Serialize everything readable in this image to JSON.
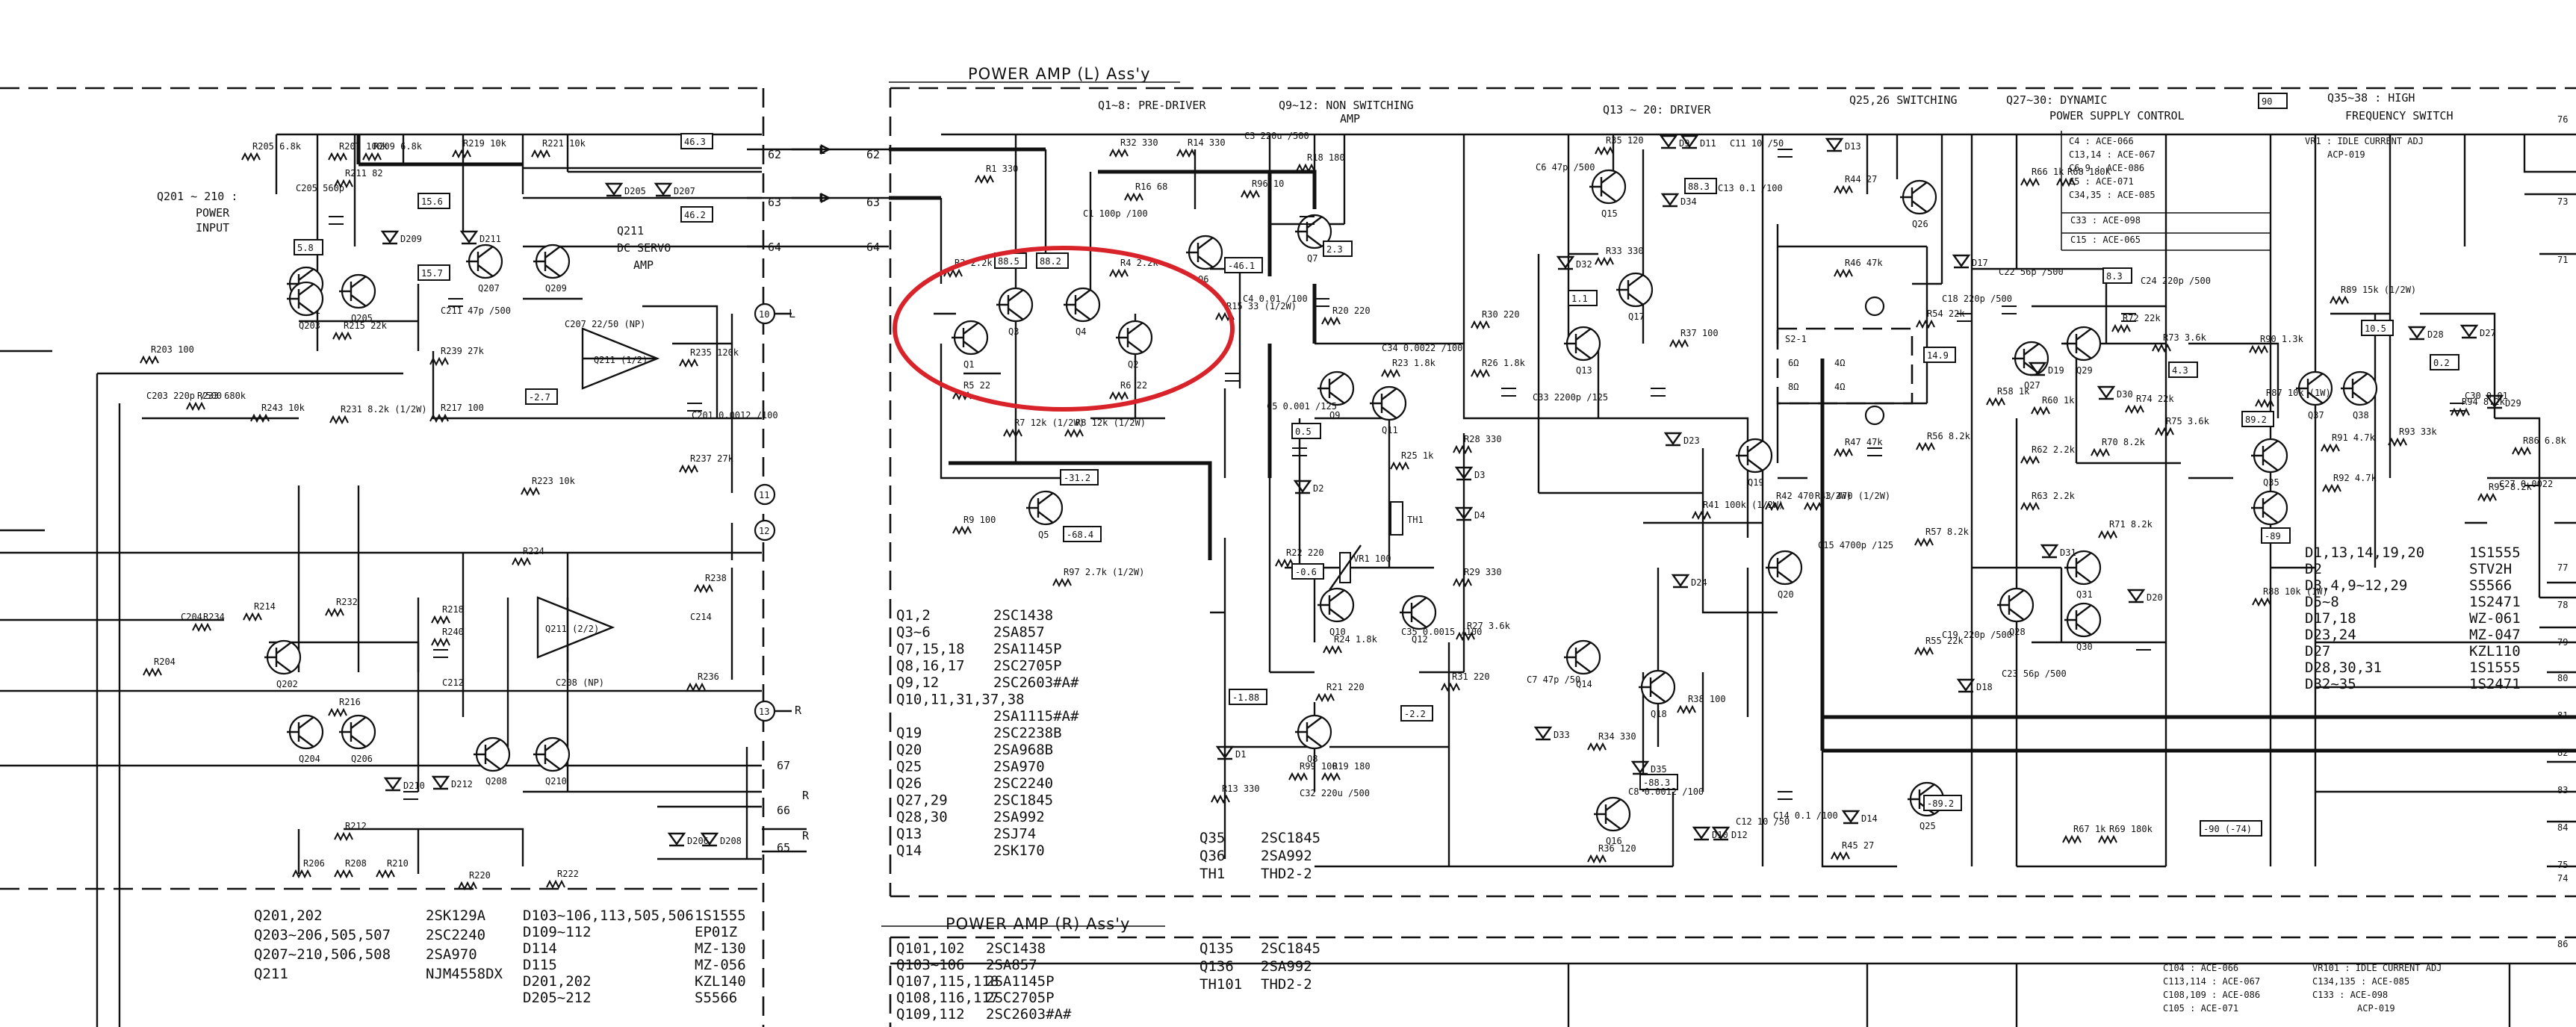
{
  "sections": {
    "power_amp_l": "POWER  AMP (L) Ass'y",
    "power_amp_r": "POWER  AMP (R) Ass'y",
    "q1_8": "Q1~8: PRE-DRIVER",
    "q9_12": "Q9~12: NON  SWITCHING",
    "amp": "AMP",
    "q13_20": "Q13 ~ 20: DRIVER",
    "q25_26": "Q25,26  SWITCHING",
    "q27_30": "Q27~30: DYNAMIC",
    "power_supply_control": "POWER SUPPLY CONTROL",
    "q35_38": "Q35~38 : HIGH",
    "freq_switch": "FREQUENCY  SWITCH",
    "q201_210": "Q201 ~ 210 :",
    "power_input_1": "POWER",
    "power_input_2": "INPUT",
    "q211_1": "Q211",
    "q211_2": "DC SERVO",
    "q211_3": "AMP"
  },
  "boxed_values": [
    "46.3",
    "46.2",
    "15.6",
    "15.7",
    "5.8",
    "-2.7",
    "88.5",
    "88.2",
    "-46.1",
    "2.3",
    "-31.2",
    "-68.4",
    "88.3",
    "1.1",
    "0.5",
    "-0.6",
    "-1.88",
    "-2.2",
    "-88.3",
    "-89.2",
    "14.9",
    "8.3",
    "10.5",
    "0.2",
    "4.3",
    "89.2",
    "-89",
    "90",
    "-90 (-74)"
  ],
  "capacitor_notes": {
    "c4": "C4       : ACE-066",
    "c13": "C13,14   : ACE-067",
    "c6": "C6,9     : ACE-086",
    "c5": "C5       : ACE-071",
    "c34": "C34,35   : ACE-085",
    "c33": "C33 : ACE-098",
    "c15": "C15 : ACE-065",
    "vr1_1": "VR1 : IDLE CURRENT ADJ",
    "vr1_2": "ACP-019"
  },
  "parts_left": [
    {
      "ref": "Q1,2",
      "part": "2SC1438"
    },
    {
      "ref": "Q3~6",
      "part": "2SA857"
    },
    {
      "ref": "Q7,15,18",
      "part": "2SA1145P"
    },
    {
      "ref": "Q8,16,17",
      "part": "2SC2705P"
    },
    {
      "ref": "Q9,12",
      "part": "2SC2603#A#"
    },
    {
      "ref": "Q10,11,31,37,38",
      "part": ""
    },
    {
      "ref": "",
      "part": "2SA1115#A#"
    },
    {
      "ref": "Q19",
      "part": "2SC2238B"
    },
    {
      "ref": "Q20",
      "part": "2SA968B"
    },
    {
      "ref": "Q25",
      "part": "2SA970"
    },
    {
      "ref": "Q26",
      "part": "2SC2240"
    },
    {
      "ref": "Q27,29",
      "part": "2SC1845"
    },
    {
      "ref": "Q28,30",
      "part": "2SA992"
    },
    {
      "ref": "Q13",
      "part": "2SJ74"
    },
    {
      "ref": "Q14",
      "part": "2SK170"
    }
  ],
  "parts_mid": [
    {
      "ref": "Q35",
      "part": "2SC1845"
    },
    {
      "ref": "Q36",
      "part": "2SA992"
    },
    {
      "ref": "TH1",
      "part": "THD2-2"
    }
  ],
  "parts_right": [
    {
      "ref": "D1,13,14,19,20",
      "part": "1S1555"
    },
    {
      "ref": "D2",
      "part": "STV2H"
    },
    {
      "ref": "D3,4,9~12,29",
      "part": "S5566"
    },
    {
      "ref": "D5~8",
      "part": "1S2471"
    },
    {
      "ref": "D17,18",
      "part": "WZ-061"
    },
    {
      "ref": "D23,24",
      "part": "MZ-047"
    },
    {
      "ref": "D27",
      "part": "KZL110"
    },
    {
      "ref": "D28,30,31",
      "part": "1S1555"
    },
    {
      "ref": "D32~35",
      "part": "1S2471"
    }
  ],
  "parts_bottom_left": [
    {
      "ref": "Q201,202",
      "part": "2SK129A"
    },
    {
      "ref": "Q203~206,505,507",
      "part": "2SC2240"
    },
    {
      "ref": "Q207~210,506,508",
      "part": "2SA970"
    },
    {
      "ref": "Q211",
      "part": "NJM4558DX"
    }
  ],
  "parts_bottom_diodes": [
    {
      "ref": "D103~106,113,505,506",
      "part": "1S1555"
    },
    {
      "ref": "D109~112",
      "part": "EP01Z"
    },
    {
      "ref": "D114",
      "part": "MZ-130"
    },
    {
      "ref": "D115",
      "part": "MZ-056"
    },
    {
      "ref": "D201,202",
      "part": "KZL140"
    },
    {
      "ref": "D205~212",
      "part": "S5566"
    }
  ],
  "parts_r_section": [
    {
      "ref": "Q101,102",
      "part": "2SC1438"
    },
    {
      "ref": "Q103~106",
      "part": "2SA857"
    },
    {
      "ref": "Q107,115,118",
      "part": "2SA1145P"
    },
    {
      "ref": "Q108,116,117",
      "part": "2SC2705P"
    },
    {
      "ref": "Q109,112",
      "part": "2SC2603#A#"
    }
  ],
  "parts_r_mid": [
    {
      "ref": "Q135",
      "part": "2SC1845"
    },
    {
      "ref": "Q136",
      "part": "2SA992"
    },
    {
      "ref": "TH101",
      "part": "THD2-2"
    }
  ],
  "r_notes": {
    "c104": "C104 : ACE-066",
    "c113": "C113,114 : ACE-067",
    "c108": "C108,109 : ACE-086",
    "c105": "C105 : ACE-071",
    "c134": "C134,135 : ACE-085",
    "c133": "C133 : ACE-098",
    "vr101": "VR101 : IDLE CURRENT ADJ",
    "vr101b": "ACP-019"
  },
  "transistor_labels": [
    "Q1",
    "Q3",
    "Q4",
    "Q2",
    "Q5",
    "Q6",
    "Q7",
    "Q8",
    "Q9",
    "Q10",
    "Q11",
    "Q12",
    "Q13",
    "Q14",
    "Q15",
    "Q16",
    "Q17",
    "Q18",
    "Q19",
    "Q20",
    "Q25",
    "Q26",
    "Q27",
    "Q28",
    "Q29",
    "Q30",
    "Q31",
    "Q35",
    "Q36",
    "Q37",
    "Q38",
    "Q201",
    "Q202",
    "Q203",
    "Q204",
    "Q205",
    "Q206",
    "Q207",
    "Q208",
    "Q209",
    "Q210"
  ],
  "resistor_labels": {
    "r1": "R1 330",
    "r3": "R3 2.2k",
    "r4": "R4 2.2k",
    "r5": "R5 22",
    "r6": "R6 22",
    "r7": "R7 12k (1/2W)",
    "r8": "R8 12k (1/2W)",
    "r9": "R9 100",
    "r97": "R97 2.7k (1/2W)",
    "r32": "R32 330",
    "r14": "R14 330",
    "r18": "R18 180",
    "r96": "R96 10",
    "r15": "R15 33 (1/2W)",
    "r20": "R20 220",
    "r30": "R30 220",
    "r26": "R26 1.8k",
    "r23": "R23 1.8k",
    "r28": "R28 330",
    "r29": "R29 330",
    "r25": "R25 1k",
    "r22": "R22 220",
    "r24": "R24 1.8k",
    "r21": "R21 220",
    "r27": "R27 3.6k",
    "r31": "R31 220",
    "r34": "R34 330",
    "r35": "R35 120",
    "r33": "R33 330",
    "r36": "R36 120",
    "r37": "R37 100",
    "r38": "R38 100",
    "r41": "R41 100k (1/2W)",
    "r42": "R42 470 (1/2W)",
    "r43": "R43 470 (1/2W)",
    "r44": "R44 27",
    "r45": "R45 27",
    "r46": "R46 47k",
    "r47": "R47 47k",
    "r54": "R54 22k",
    "r55": "R55 22k",
    "r56": "R56 8.2k",
    "r57": "R57 8.2k",
    "r58": "R58 1k",
    "r60": "R60 1k",
    "r62": "R62 2.2k",
    "r63": "R63 2.2k",
    "r66": "R66 1k",
    "r68": "R68 180k",
    "r67": "R67 1k",
    "r69": "R69 180k",
    "r70": "R70 8.2k",
    "r71": "R71 8.2k",
    "r72": "R72 22k",
    "r73": "R73 3.6k",
    "r74": "R74 22k",
    "r75": "R75 3.6k",
    "r87": "R87 10k (1W)",
    "r88": "R88 10k (1W)",
    "r89": "R89 15k (1/2W)",
    "r90": "R90 1.3k",
    "r91": "R91 4.7k",
    "r92": "R92 4.7k",
    "r93": "R93 33k",
    "r94": "R94 8.2k",
    "r86": "R86 6.8k",
    "r95": "R95 8.2k",
    "r13": "R13 330",
    "r99": "R99 100",
    "r19": "R19 180",
    "r16": "R16 68",
    "r205": "R205 6.8k",
    "r207": "R207 100k",
    "r211": "R211 82",
    "r209": "R209 6.8k",
    "r219": "R219 10k",
    "r221": "R221 10k",
    "r215": "R215 22k",
    "r239": "R239 27k",
    "r235": "R235 120k",
    "r217": "R217 100",
    "r237": "R237 27k",
    "r223": "R223 10k",
    "r203": "R203 100",
    "r233": "R233 680k",
    "r243": "R243 10k",
    "r231": "R231 8.2k (1/2W)",
    "r224": "R224",
    "r238": "R238",
    "r218": "R218",
    "r240": "R240",
    "r236": "R236",
    "r234": "R234",
    "r232": "R232",
    "r214": "R214",
    "r204": "R204",
    "r216": "R216",
    "r206": "R206",
    "r208": "R208",
    "r210": "R210",
    "r212": "R212",
    "r220": "R220",
    "r222": "R222"
  },
  "cap_labels": {
    "c1": "C1 100p /100",
    "c3": "C3 220u /500",
    "c4": "C4 0.01 /100",
    "c5": "C5 0.001 /125",
    "c6": "C6 47p /500",
    "c7": "C7 47p /50",
    "c8": "C8 0.0012 /100",
    "c11": "C11 10 /50",
    "c13": "C13 0.1 /100",
    "c14": "C14 0.1 /100",
    "c15": "C15 4700p /125",
    "c12": "C12 10 /50",
    "c18": "C18 220p /500",
    "c19": "C19 220p /500",
    "c22": "C22 56p /500",
    "c23": "C23 56p /500",
    "c24": "C24 220p /500",
    "c27": "C27 0.0022",
    "c30": "C30 0.01",
    "c32": "C32 220u /500",
    "c33": "C33 2200p /125",
    "c34": "C34 0.0022 /100",
    "c35": "C35 0.0015 /100",
    "c205": "C205 560p",
    "c211": "C211 47p /500",
    "c207": "C207 22/50 (NP)",
    "c203": "C203 220p /500",
    "c201": "C201 0.0012 /100",
    "c204": "C204",
    "c214": "C214",
    "c212": "C212",
    "c208": "C208 (NP)"
  },
  "diode_labels": [
    "D1",
    "D2",
    "D3",
    "D4",
    "D9",
    "D10",
    "D11",
    "D12",
    "D13",
    "D14",
    "D17",
    "D18",
    "D19",
    "D20",
    "D23",
    "D24",
    "D27",
    "D28",
    "D29",
    "D30",
    "D31",
    "D32",
    "D33",
    "D34",
    "D35",
    "D205",
    "D207",
    "D209",
    "D211",
    "D206",
    "D208",
    "D210",
    "D212"
  ],
  "misc_labels": {
    "ic_a": "Q211 (1/2)",
    "ic_b": "Q211 (2/2)",
    "th1": "TH1",
    "vr1": "VR1 100",
    "s2": "S2-1",
    "s2_a": "6Ω",
    "s2_b": "4Ω",
    "s2_c": "8Ω",
    "s2_d": "4Ω",
    "t62": "62",
    "t63": "63",
    "t64": "64",
    "l_a": "L",
    "l_b": "L",
    "t10": "10",
    "t11": "11",
    "t12": "12",
    "t13": "13",
    "t66": "66",
    "t65": "65",
    "t67": "67",
    "r_a": "R",
    "r_b": "R",
    "r_c": "R",
    "l_c": "L",
    "right_edge": [
      "76",
      "73",
      "71",
      "77",
      "78",
      "79",
      "80",
      "81",
      "82",
      "83",
      "84",
      "75",
      "74",
      "86"
    ]
  }
}
